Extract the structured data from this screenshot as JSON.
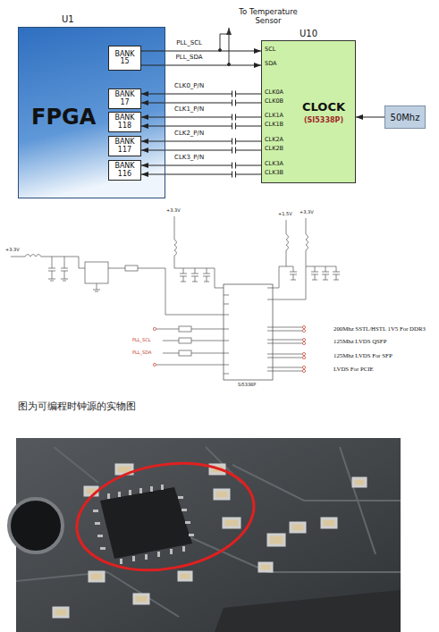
{
  "diagram": {
    "caption": "图为可编程时钟源的实物图",
    "nodes": [
      {
        "text": [
          "U1",
          "FPGA"
        ]
      },
      {
        "text": [
          "BANK 15"
        ],
        "in": 0
      },
      {
        "text": [
          "BANK 17"
        ],
        "in": 0
      },
      {
        "text": [
          "BANK 118"
        ],
        "in": 0
      },
      {
        "text": [
          "BANK 117"
        ],
        "in": 0
      },
      {
        "text": [
          "BANK 116"
        ],
        "in": 0
      },
      {
        "text": [
          "U10",
          "CLOCK",
          "(SI5338P)"
        ]
      },
      {
        "text": [
          "50Mhz"
        ]
      }
    ],
    "edges": [
      {
        "from": 1,
        "to": 6,
        "label": "PLL_SCL",
        "arrow": "to"
      },
      {
        "from": 1,
        "to": 6,
        "label": "PLL_SDA",
        "arrow": "to"
      },
      {
        "from": 6,
        "to": 2,
        "label": "CLK0_P/N",
        "arrow": "to"
      },
      {
        "from": 6,
        "to": 3,
        "label": "CLK1_P/N",
        "arrow": "to"
      },
      {
        "from": 6,
        "to": 4,
        "label": "CLK2_P/N",
        "arrow": "to"
      },
      {
        "from": 6,
        "to": 5,
        "label": "CLK3_P/N",
        "arrow": "to"
      },
      {
        "from": 7,
        "to": 6,
        "arrow": "to"
      }
    ],
    "labels": [
      "To Temperature Sensor",
      "SCL",
      "SDA",
      "CLK0A",
      "CLK0B",
      "CLK1A",
      "CLK1B",
      "CLK2A",
      "CLK2B",
      "CLK3A",
      "CLK3B",
      "+3.3V",
      "+3.3V",
      "+1.5V",
      "+3.3V",
      "PLL_SCL",
      "PLL_SDA",
      "Si5338P",
      "200Mhz SSTL/HSTL 1V5 For DDR3",
      "125Mhz LVDS QSFP",
      "125Mhz LVDS For SFP",
      "LVDS For PCIE"
    ]
  }
}
